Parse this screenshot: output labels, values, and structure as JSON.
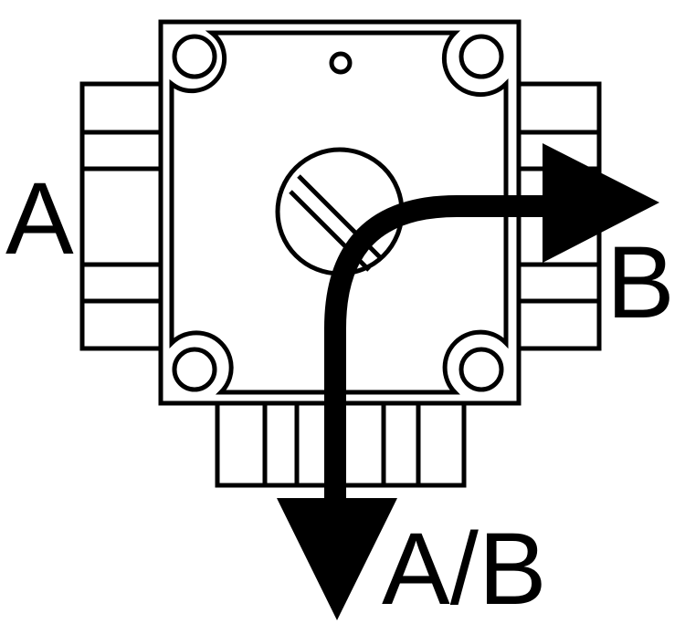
{
  "diagram": {
    "ports": {
      "a_label": "A",
      "b_label": "B",
      "ab_label": "A/B"
    },
    "colors": {
      "ink": "#000000",
      "paper": "#ffffff"
    },
    "icons": {
      "valve": "three-way-valve-icon",
      "flow_arrow": "flow-arrow-icon"
    }
  }
}
